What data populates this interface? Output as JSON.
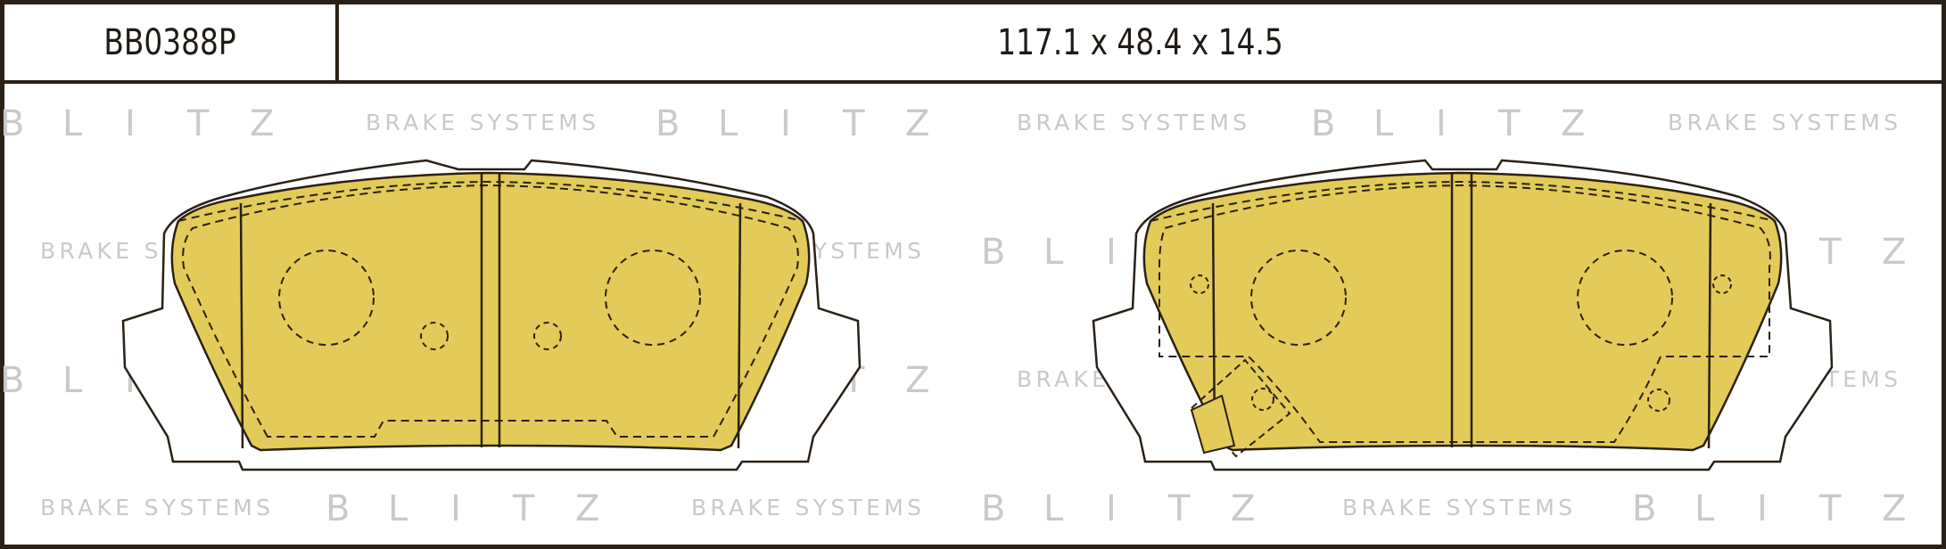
{
  "header": {
    "part_code": "BB0388P",
    "dimensions": "117.1 x 48.4 x 14.5"
  },
  "watermark": {
    "brand_letters": [
      "B",
      "L",
      "I",
      "T",
      "Z"
    ],
    "tagline": "BRAKE SYSTEMS"
  },
  "colors": {
    "frame": "#2a2016",
    "friction_fill": "#e2cb58",
    "outline": "#2a2016",
    "watermark": "#c9c9c9"
  }
}
